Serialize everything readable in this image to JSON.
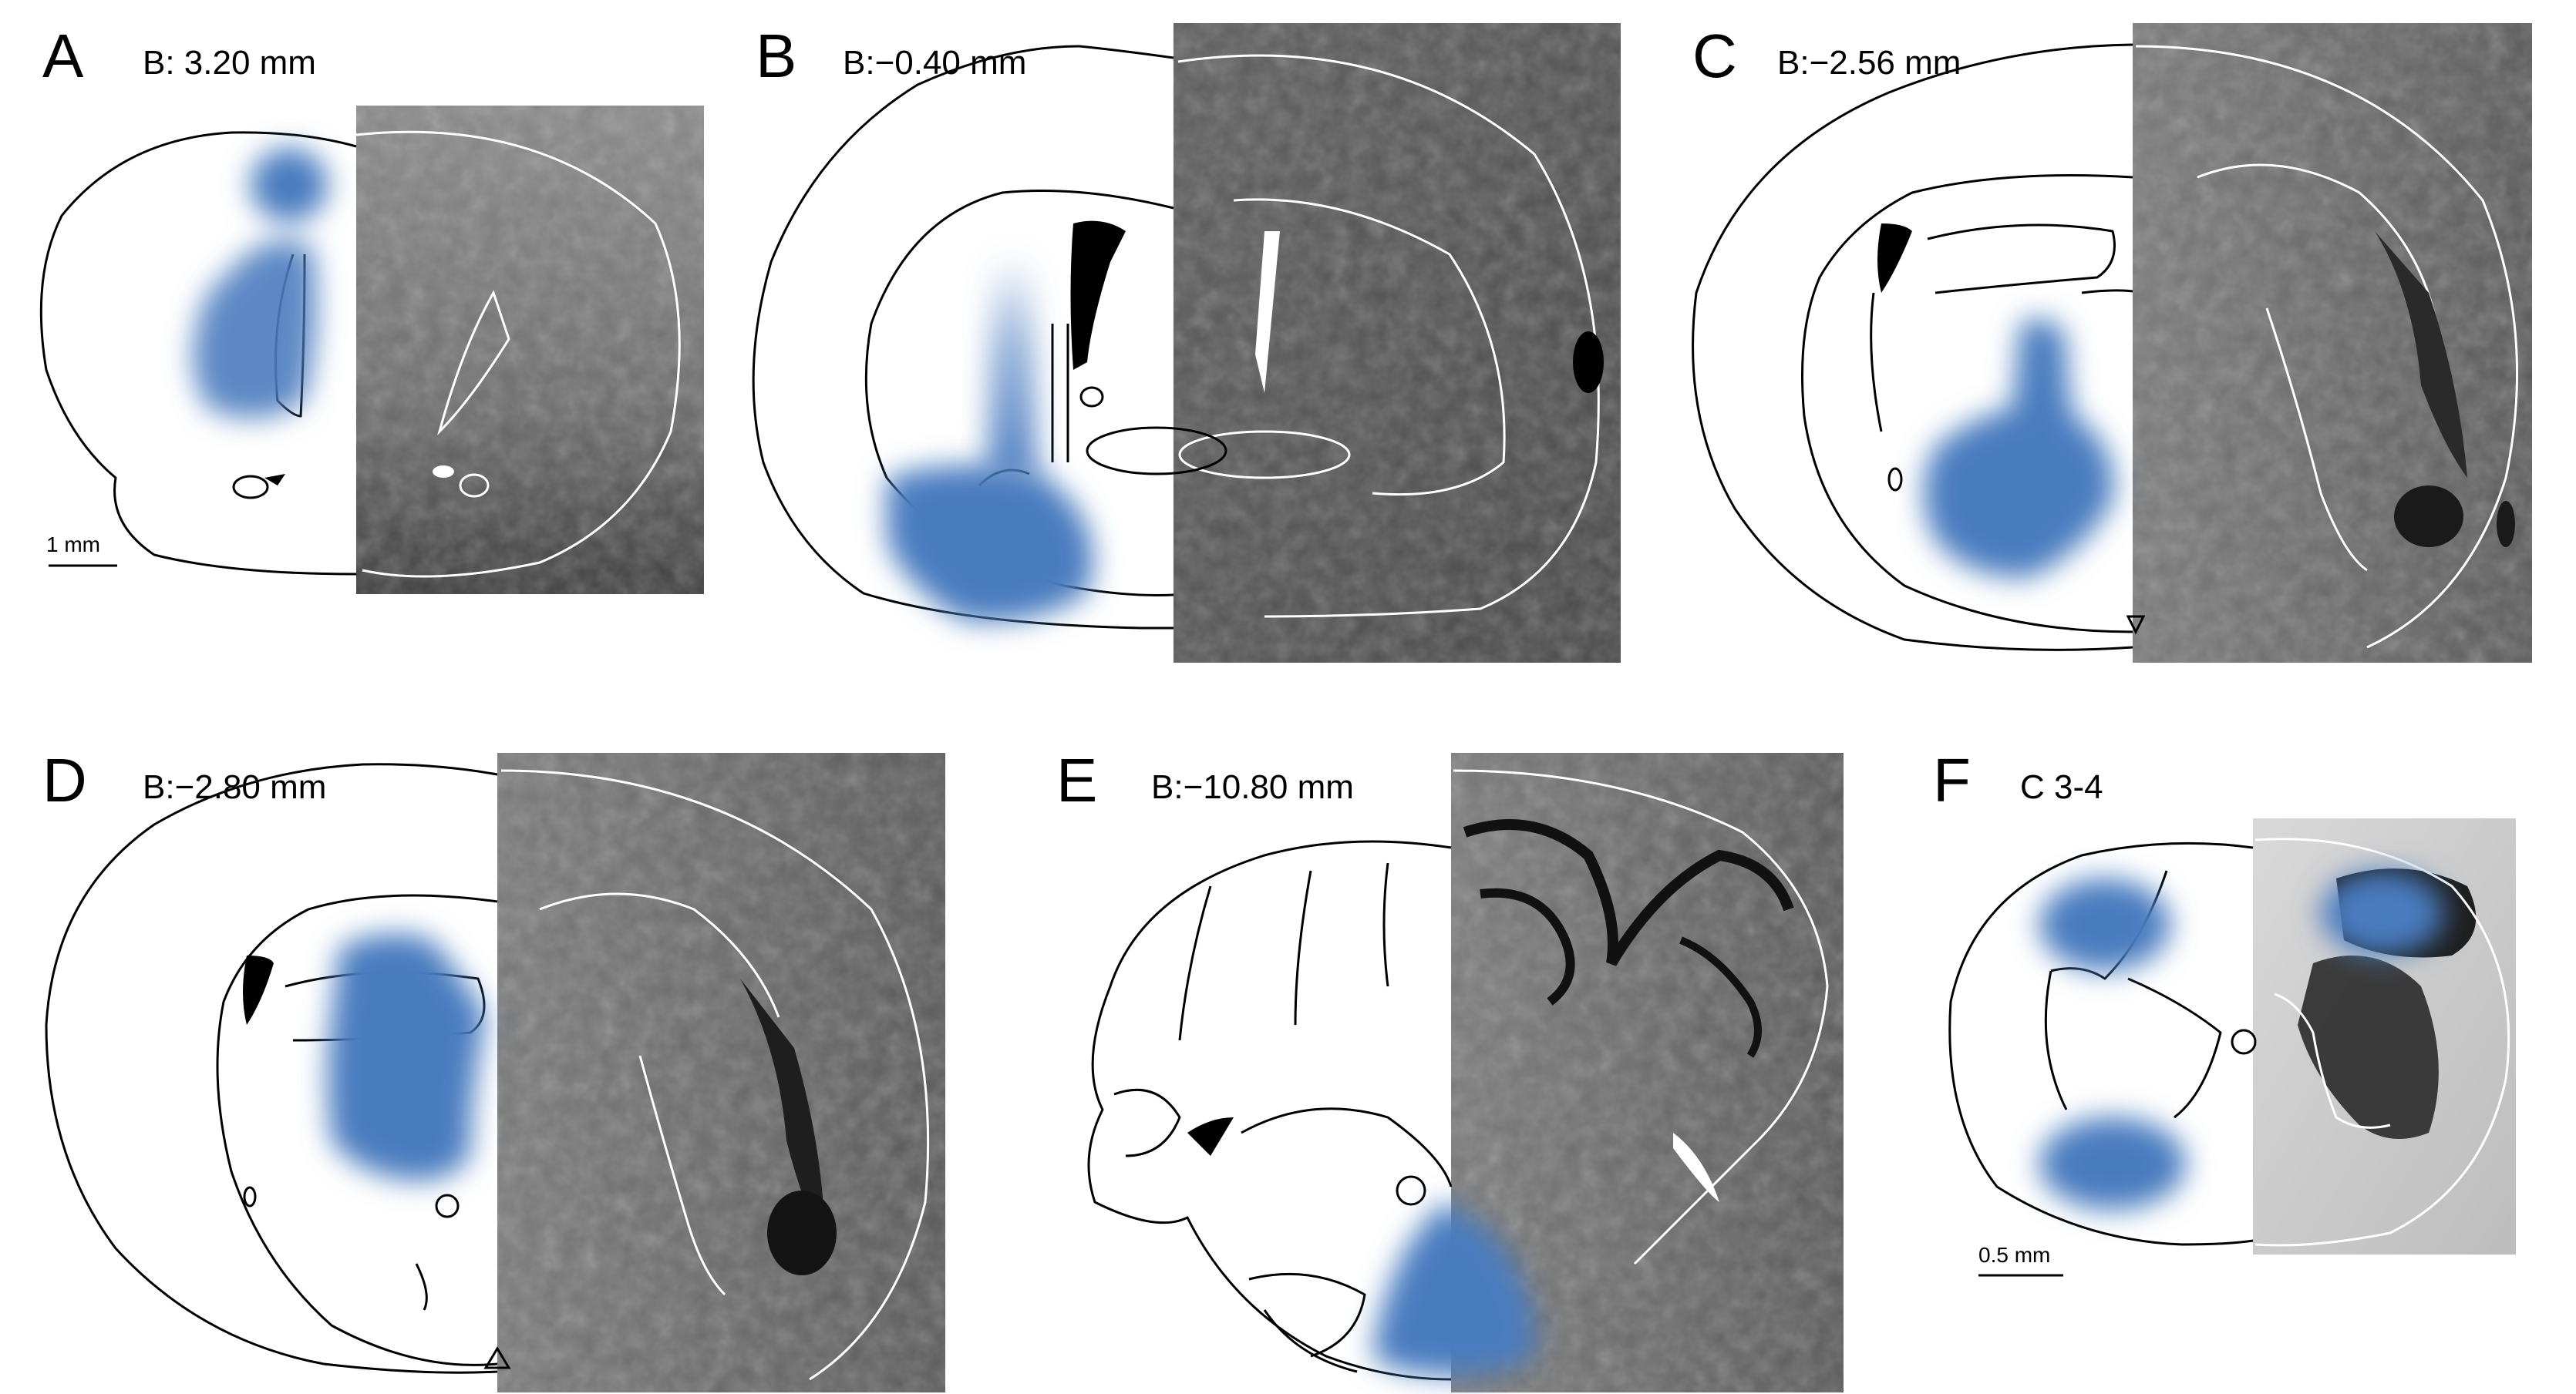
{
  "figure": {
    "colors": {
      "injection": "#4a7bbf",
      "outline": "#000000",
      "photo_overlay": "#ffffff"
    },
    "panels": [
      {
        "letter": "A",
        "coordinate": "B: 3.20 mm",
        "scale": "1 mm"
      },
      {
        "letter": "B",
        "coordinate": "B:−0.40 mm"
      },
      {
        "letter": "C",
        "coordinate": "B:−2.56 mm"
      },
      {
        "letter": "D",
        "coordinate": "B:−2.80 mm"
      },
      {
        "letter": "E",
        "coordinate": "B:−10.80 mm"
      },
      {
        "letter": "F",
        "coordinate": "C 3-4",
        "scale": "0.5 mm"
      }
    ]
  }
}
